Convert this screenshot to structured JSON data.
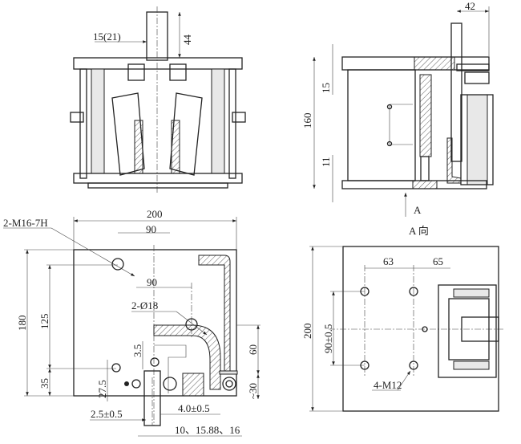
{
  "front_view": {
    "dim_offset": "15(21)",
    "dim_shaft": "44"
  },
  "side_view": {
    "dim_width": "42",
    "dim_top": "15",
    "dim_height": "160",
    "dim_bottom": "11",
    "arrow_label": "A",
    "view_label": "A 向"
  },
  "bottom_left_view": {
    "dim_width": "200",
    "thread_callout": "2-M16-7H",
    "dim_90_top": "90",
    "dim_90_mid": "90",
    "dim_height": "180",
    "dim_125": "125",
    "dim_35": "35",
    "hole_callout": "2-Ø18",
    "dim_3_5": "3.5",
    "dim_60": "60",
    "dim_27_5": "27.5",
    "dim_30": "~30",
    "tol_left": "2.5±0.5",
    "tol_right": "4.0±0.5",
    "rail_sizes": "10、15.88、16"
  },
  "bottom_right_view": {
    "dim_63": "63",
    "dim_65": "65",
    "dim_height": "200",
    "dim_90": "90±0.5",
    "thread_callout": "4-M12"
  }
}
